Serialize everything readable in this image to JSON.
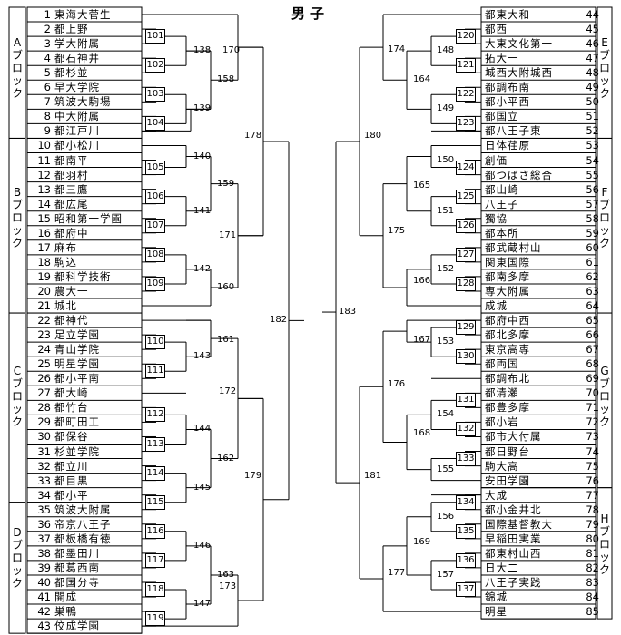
{
  "title": "男子",
  "left_entries": [
    [
      "1",
      "東海大菅生"
    ],
    [
      "2",
      "都上野"
    ],
    [
      "3",
      "学大附属"
    ],
    [
      "4",
      "都石神井"
    ],
    [
      "5",
      "都杉並"
    ],
    [
      "6",
      "早大学院"
    ],
    [
      "7",
      "筑波大駒場"
    ],
    [
      "8",
      "中大附属"
    ],
    [
      "9",
      "都江戸川"
    ],
    [
      "10",
      "都小松川"
    ],
    [
      "11",
      "都南平"
    ],
    [
      "12",
      "都羽村"
    ],
    [
      "13",
      "都三鷹"
    ],
    [
      "14",
      "都広尾"
    ],
    [
      "15",
      "昭和第一学園"
    ],
    [
      "16",
      "都府中"
    ],
    [
      "17",
      "麻布"
    ],
    [
      "18",
      "駒込"
    ],
    [
      "19",
      "都科学技術"
    ],
    [
      "20",
      "農大一"
    ],
    [
      "21",
      "城北"
    ],
    [
      "22",
      "都神代"
    ],
    [
      "23",
      "足立学園"
    ],
    [
      "24",
      "青山学院"
    ],
    [
      "25",
      "明星学園"
    ],
    [
      "26",
      "都小平南"
    ],
    [
      "27",
      "都大崎"
    ],
    [
      "28",
      "都竹台"
    ],
    [
      "29",
      "都町田工"
    ],
    [
      "30",
      "都保谷"
    ],
    [
      "31",
      "杉並学院"
    ],
    [
      "32",
      "都立川"
    ],
    [
      "33",
      "都目黒"
    ],
    [
      "34",
      "都小平"
    ],
    [
      "35",
      "筑波大附属"
    ],
    [
      "36",
      "帝京八王子"
    ],
    [
      "37",
      "都板橋有徳"
    ],
    [
      "38",
      "都墨田川"
    ],
    [
      "39",
      "都葛西南"
    ],
    [
      "40",
      "都国分寺"
    ],
    [
      "41",
      "開成"
    ],
    [
      "42",
      "巣鴨"
    ],
    [
      "43",
      "佼成学園"
    ]
  ],
  "right_entries": [
    [
      "44",
      "都東大和"
    ],
    [
      "45",
      "都西"
    ],
    [
      "46",
      "大東文化第一"
    ],
    [
      "47",
      "拓大一"
    ],
    [
      "48",
      "城西大附城西"
    ],
    [
      "49",
      "都調布南"
    ],
    [
      "50",
      "都小平西"
    ],
    [
      "51",
      "都国立"
    ],
    [
      "52",
      "都八王子東"
    ],
    [
      "53",
      "日体荏原"
    ],
    [
      "54",
      "創価"
    ],
    [
      "55",
      "都つばさ総合"
    ],
    [
      "56",
      "都山崎"
    ],
    [
      "57",
      "八王子"
    ],
    [
      "58",
      "獨協"
    ],
    [
      "59",
      "都本所"
    ],
    [
      "60",
      "都武蔵村山"
    ],
    [
      "61",
      "関東国際"
    ],
    [
      "62",
      "都南多摩"
    ],
    [
      "63",
      "専大附属"
    ],
    [
      "64",
      "成城"
    ],
    [
      "65",
      "都府中西"
    ],
    [
      "66",
      "都北多摩"
    ],
    [
      "67",
      "東京高専"
    ],
    [
      "68",
      "都両国"
    ],
    [
      "69",
      "都調布北"
    ],
    [
      "70",
      "都清瀬"
    ],
    [
      "71",
      "都豊多摩"
    ],
    [
      "72",
      "都小岩"
    ],
    [
      "73",
      "都市大付属"
    ],
    [
      "74",
      "都日野台"
    ],
    [
      "75",
      "駒大高"
    ],
    [
      "76",
      "安田学園"
    ],
    [
      "77",
      "大成"
    ],
    [
      "78",
      "都小金井北"
    ],
    [
      "79",
      "国際基督教大"
    ],
    [
      "80",
      "早稲田実業"
    ],
    [
      "81",
      "都東村山西"
    ],
    [
      "82",
      "日大二"
    ],
    [
      "83",
      "八王子実践"
    ],
    [
      "84",
      "錦城"
    ],
    [
      "85",
      "明星"
    ]
  ],
  "blocks": {
    "A": "Aブロック",
    "B": "Bブロック",
    "C": "Cブロック",
    "D": "Dブロック",
    "E": "Eブロック",
    "F": "Fブロック",
    "G": "Gブロック",
    "H": "Hブロック"
  },
  "left_boxes": [
    "101",
    "102",
    "103",
    "104",
    "105",
    "106",
    "107",
    "108",
    "109",
    "110",
    "111",
    "112",
    "113",
    "114",
    "115",
    "116",
    "117",
    "118",
    "119"
  ],
  "right_boxes": [
    "120",
    "121",
    "122",
    "123",
    "124",
    "125",
    "126",
    "127",
    "128",
    "129",
    "130",
    "131",
    "132",
    "133",
    "134",
    "135",
    "136",
    "137"
  ],
  "left_labels": {
    "m138": "138",
    "m139": "139",
    "m140": "140",
    "m141": "141",
    "m142": "142",
    "m143": "143",
    "m144": "144",
    "m145": "145",
    "m146": "146",
    "m147": "147",
    "m158": "158",
    "m159": "159",
    "m160": "160",
    "m161": "161",
    "m162": "162",
    "m163": "163",
    "m170": "170",
    "m171": "171",
    "m172": "172",
    "m173": "173",
    "m178": "178",
    "m179": "179",
    "m182": "182"
  },
  "right_labels": {
    "m148": "148",
    "m149": "149",
    "m150": "150",
    "m151": "151",
    "m152": "152",
    "m153": "153",
    "m154": "154",
    "m155": "155",
    "m156": "156",
    "m157": "157",
    "m164": "164",
    "m165": "165",
    "m166": "166",
    "m167": "167",
    "m168": "168",
    "m169": "169",
    "m174": "174",
    "m175": "175",
    "m176": "176",
    "m177": "177",
    "m180": "180",
    "m181": "181",
    "m183": "183"
  }
}
